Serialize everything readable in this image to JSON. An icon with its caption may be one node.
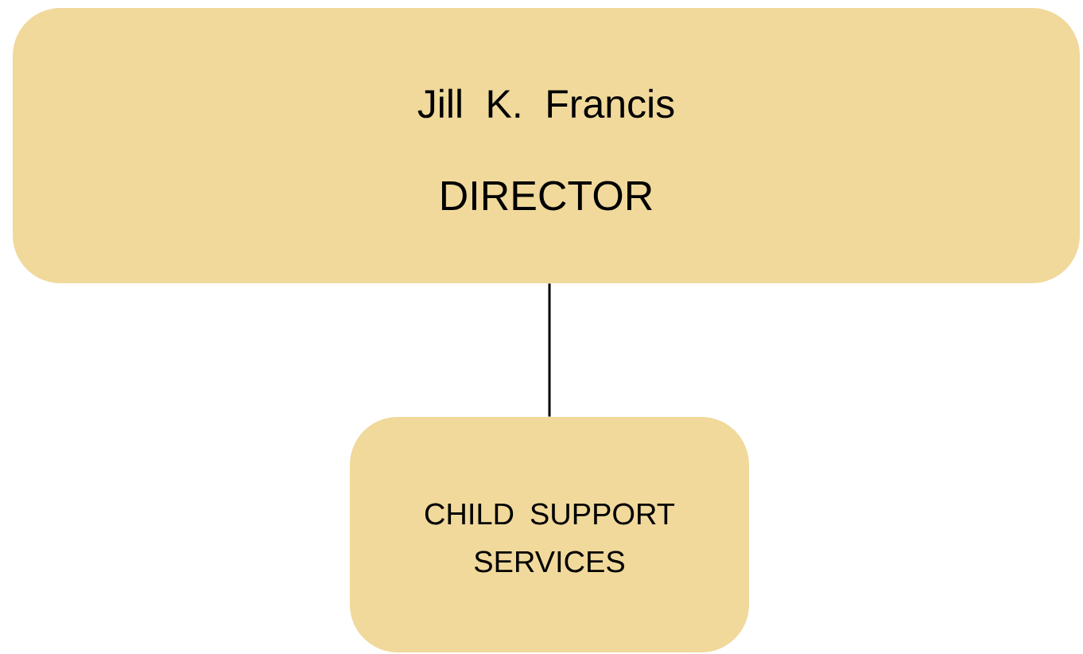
{
  "diagram": {
    "nodes": [
      {
        "text": [
          "Jill K. Francis",
          "DIRECTOR"
        ]
      },
      {
        "text": [
          "CHILD SUPPORT SERVICES"
        ]
      }
    ],
    "edges": [
      {
        "from": 0,
        "to": 1,
        "arrow": "none"
      }
    ]
  }
}
